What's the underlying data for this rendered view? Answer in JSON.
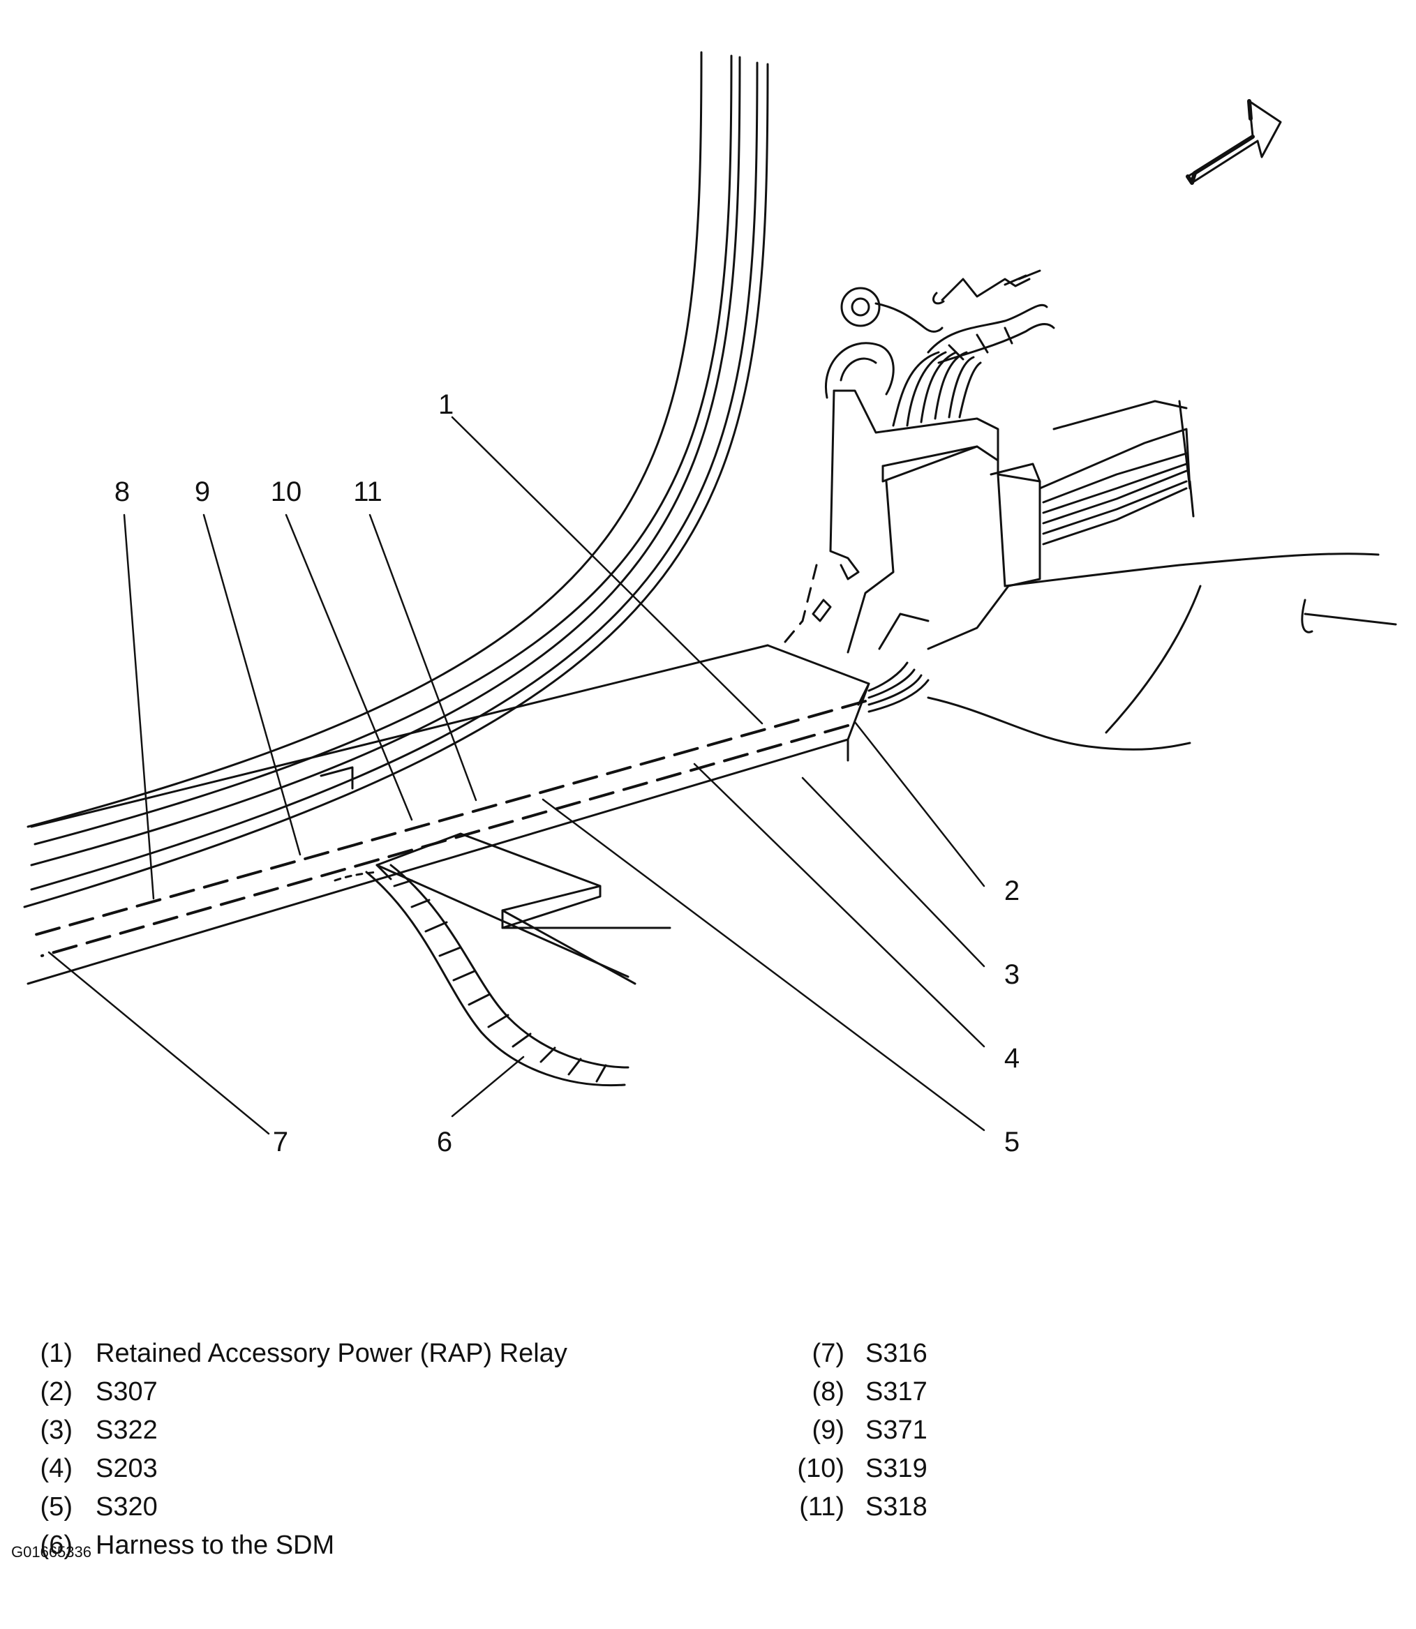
{
  "callouts": [
    "1",
    "2",
    "3",
    "4",
    "5",
    "6",
    "7",
    "8",
    "9",
    "10",
    "11"
  ],
  "legend": [
    {
      "num": "(1)",
      "label": "Retained Accessory Power (RAP) Relay"
    },
    {
      "num": "(2)",
      "label": "S307"
    },
    {
      "num": "(3)",
      "label": "S322"
    },
    {
      "num": "(4)",
      "label": "S203"
    },
    {
      "num": "(5)",
      "label": "S320"
    },
    {
      "num": "(6)",
      "label": "Harness to the SDM"
    },
    {
      "num": "(7)",
      "label": "S316"
    },
    {
      "num": "(8)",
      "label": "S317"
    },
    {
      "num": "(9)",
      "label": "S371"
    },
    {
      "num": "(10)",
      "label": "S319"
    },
    {
      "num": "(11)",
      "label": "S318"
    }
  ],
  "figure_id": "G01665336",
  "icons": {
    "orientation_arrow": "forward-arrow-icon",
    "ground_eyelet": "ground-terminal-icon"
  },
  "colors": {
    "line": "#111111",
    "background": "#ffffff"
  }
}
